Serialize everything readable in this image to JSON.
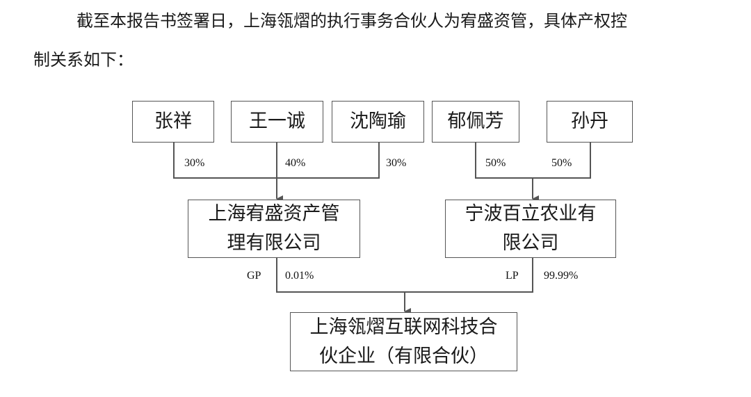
{
  "paragraph": {
    "line1": "截至本报告书签署日，上海瓴熠的执行事务合伙人为宥盛资管，具体产权控",
    "line2": "制关系如下："
  },
  "shareholders": [
    {
      "name": "张祥",
      "pct": "30%"
    },
    {
      "name": "王一诚",
      "pct": "40%"
    },
    {
      "name": "沈陶瑜",
      "pct": "30%"
    },
    {
      "name": "郁佩芳",
      "pct": "50%"
    },
    {
      "name": "孙丹",
      "pct": "50%"
    }
  ],
  "gp_company": {
    "line1": "上海宥盛资产管",
    "line2": "理有限公司",
    "role": "GP",
    "pct": "0.01%"
  },
  "lp_company": {
    "line1": "宁波百立农业有",
    "line2": "限公司",
    "role": "LP",
    "pct": "99.99%"
  },
  "target": {
    "line1": "上海瓴熠互联网科技合",
    "line2": "伙企业（有限合伙）"
  },
  "colors": {
    "line": "#555555",
    "border": "#555555"
  }
}
